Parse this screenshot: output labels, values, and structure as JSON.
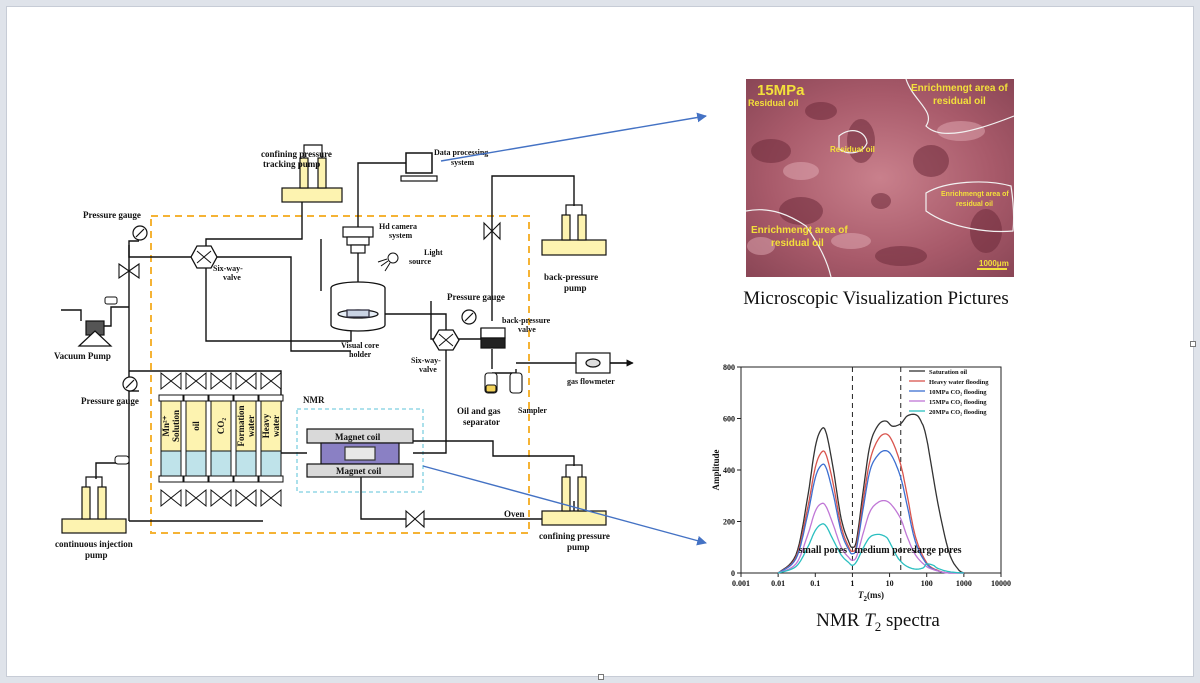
{
  "diagram": {
    "labels": {
      "confining_tracking_pump": [
        "confining pressure",
        "tracking pump"
      ],
      "data_processing": [
        "Data processing",
        "system"
      ],
      "pressure_gauge_top": "Pressure gauge",
      "six_way_valve_1": [
        "Six-way-",
        "valve"
      ],
      "hd_camera": [
        "Hd camera",
        "system"
      ],
      "light_source": [
        "Light",
        "source"
      ],
      "back_pressure_pump": [
        "back-pressure",
        "pump"
      ],
      "vacuum_pump": "Vacuum Pump",
      "pressure_gauge_mid": "Pressure gauge",
      "pressure_gauge_bottom": "Pressure gauge",
      "visual_core_holder": [
        "Visual core",
        "holder"
      ],
      "six_way_valve_2": [
        "Six-way-",
        "valve"
      ],
      "back_pressure_valve": [
        "back-pressure",
        "valve"
      ],
      "gas_flowmeter": "gas flowmeter",
      "sampler": "Sampler",
      "oil_gas_separator": [
        "Oil and gas",
        "separator"
      ],
      "nmr": "NMR",
      "magnet_coil_top": "Magnet coil",
      "magnet_coil_bottom": "Magnet coil",
      "oven": "Oven",
      "confining_pressure_pump": [
        "confining pressure",
        "pump"
      ],
      "continuous_injection_pump": [
        "continuous injection",
        "pump"
      ],
      "cyl_solution": [
        "Mn²⁺",
        "Solution"
      ],
      "cyl_oil": "oil",
      "cyl_co2": "CO₂",
      "cyl_formation_water": [
        "Formation",
        "water"
      ],
      "cyl_heavy_water": [
        "Heavy",
        "water"
      ]
    }
  },
  "micro": {
    "caption": "Microscopic Visualization Pictures",
    "pressure": "15MPa",
    "residual_oil_1": "Residual oil",
    "residual_oil_2": "Residual oil",
    "enrich_1": [
      "Enrichmengt area of",
      "residual oil"
    ],
    "enrich_2": [
      "Enrichmengt area of",
      "residual oil"
    ],
    "enrich_3": [
      "Enrichmengt area of",
      "residual oil"
    ],
    "scale": "1000μm"
  },
  "nmr_caption": {
    "prefix": "NMR ",
    "var": "T",
    "sub": "2",
    "suffix": " spectra"
  },
  "chart_data": {
    "type": "line",
    "xscale": "log",
    "xlim": [
      0.001,
      10000
    ],
    "ylim": [
      0,
      800
    ],
    "xticks": [
      0.001,
      0.01,
      0.1,
      1,
      10,
      100,
      1000,
      10000
    ],
    "xtick_labels": [
      "0.001",
      "0.01",
      "0.1",
      "1",
      "10",
      "100",
      "1000",
      "10000"
    ],
    "yticks": [
      0,
      200,
      400,
      600,
      800
    ],
    "ytick_labels": [
      "0",
      "200",
      "400",
      "600",
      "800"
    ],
    "ylabel": "Amplitude",
    "xlabel": {
      "var": "T",
      "sub": "2",
      "unit": "(ms)"
    },
    "vlines": [
      1,
      20
    ],
    "regions": [
      "small pores",
      "medium pores",
      "large pores"
    ],
    "legend_position": "top-right",
    "series": [
      {
        "name": "Saturation oil",
        "color": "#333333",
        "x": [
          0.01,
          0.03,
          0.06,
          0.1,
          0.15,
          0.2,
          0.3,
          0.5,
          0.8,
          1,
          1.3,
          2,
          3,
          5,
          8,
          12,
          20,
          30,
          50,
          70,
          100,
          200,
          400,
          700,
          1000
        ],
        "y": [
          0,
          70,
          280,
          490,
          560,
          540,
          410,
          210,
          120,
          100,
          130,
          330,
          500,
          575,
          590,
          570,
          580,
          610,
          615,
          590,
          520,
          270,
          80,
          15,
          0
        ]
      },
      {
        "name": "Heavy water flooding",
        "color": "#d9544d",
        "x": [
          0.01,
          0.03,
          0.06,
          0.1,
          0.15,
          0.2,
          0.3,
          0.5,
          0.8,
          1,
          1.3,
          2,
          3,
          5,
          8,
          12,
          20,
          30,
          50,
          100,
          200,
          400,
          1000
        ],
        "y": [
          0,
          60,
          240,
          410,
          470,
          455,
          350,
          180,
          100,
          85,
          110,
          290,
          440,
          520,
          540,
          510,
          420,
          300,
          140,
          40,
          10,
          0,
          0
        ]
      },
      {
        "name": "10MPa CO₂ flooding",
        "color": "#3d6fd1",
        "x": [
          0.01,
          0.03,
          0.06,
          0.1,
          0.15,
          0.2,
          0.3,
          0.5,
          0.8,
          1,
          1.3,
          2,
          3,
          5,
          8,
          12,
          20,
          30,
          50,
          100,
          200,
          400,
          1000
        ],
        "y": [
          0,
          55,
          215,
          370,
          420,
          405,
          310,
          160,
          90,
          75,
          100,
          260,
          400,
          460,
          475,
          450,
          370,
          260,
          120,
          35,
          8,
          0,
          0
        ]
      },
      {
        "name": "15MPa CO₂ flooding",
        "color": "#c077d6",
        "x": [
          0.01,
          0.03,
          0.06,
          0.1,
          0.15,
          0.2,
          0.3,
          0.5,
          0.8,
          1,
          1.3,
          2,
          3,
          5,
          8,
          12,
          20,
          30,
          50,
          100,
          200,
          400,
          1000
        ],
        "y": [
          0,
          35,
          140,
          240,
          270,
          255,
          190,
          100,
          60,
          50,
          65,
          160,
          240,
          275,
          280,
          260,
          210,
          140,
          70,
          25,
          8,
          0,
          0
        ]
      },
      {
        "name": "20MPa CO₂ flooding",
        "color": "#2bbfc0",
        "x": [
          0.01,
          0.03,
          0.06,
          0.1,
          0.15,
          0.2,
          0.3,
          0.5,
          0.8,
          1,
          1.3,
          2,
          3,
          5,
          8,
          10,
          15,
          20,
          30,
          50,
          80,
          100,
          150,
          200,
          400,
          1000
        ],
        "y": [
          0,
          25,
          95,
          165,
          190,
          180,
          130,
          70,
          40,
          30,
          45,
          100,
          140,
          150,
          140,
          120,
          70,
          45,
          25,
          15,
          20,
          35,
          30,
          18,
          5,
          0
        ]
      }
    ]
  }
}
